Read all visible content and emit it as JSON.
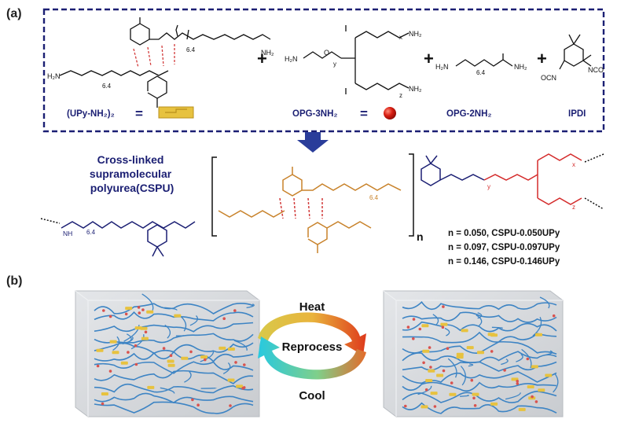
{
  "panel_a": {
    "label": "(a)",
    "reactants": {
      "upy_dimer_caption": "(UPy-NH₂)₂",
      "equals_1": "=",
      "opg3_caption": "OPG-3NH₂",
      "equals_2": "=",
      "opg2_caption": "OPG-2NH₂",
      "ipdi_caption": "IPDI",
      "plus": "+"
    },
    "structure_labels": {
      "h2n": "H₂N",
      "nh2": "NH₂",
      "nh": "NH",
      "n": "N",
      "h": "H",
      "o": "O",
      "ocn": "OCN",
      "nco": "NCO",
      "rep_64": "6.4",
      "x": "x",
      "y": "y",
      "z": "z"
    },
    "product": {
      "title_lines": [
        "Cross-linked",
        "supramolecular",
        "polyurea(CSPU)"
      ],
      "repeat_subscript": "n",
      "variants": [
        "n = 0.050, CSPU-0.050UPy",
        "n = 0.097, CSPU-0.097UPy",
        "n = 0.146, CSPU-0.146UPy"
      ]
    }
  },
  "panel_b": {
    "label": "(b)",
    "cycle": {
      "heat": "Heat",
      "center": "Reprocess",
      "cool": "Cool"
    }
  },
  "colors": {
    "dark_blue": "#1b1f73",
    "upy_orange": "#c8822a",
    "red_chain": "#d42b2b",
    "hbond": "#d23a3a",
    "network_blue": "#3d84c4",
    "upy_yellow": "#e7c23f",
    "node_red": "#d9524e",
    "box_grey": "#d3d6da"
  }
}
